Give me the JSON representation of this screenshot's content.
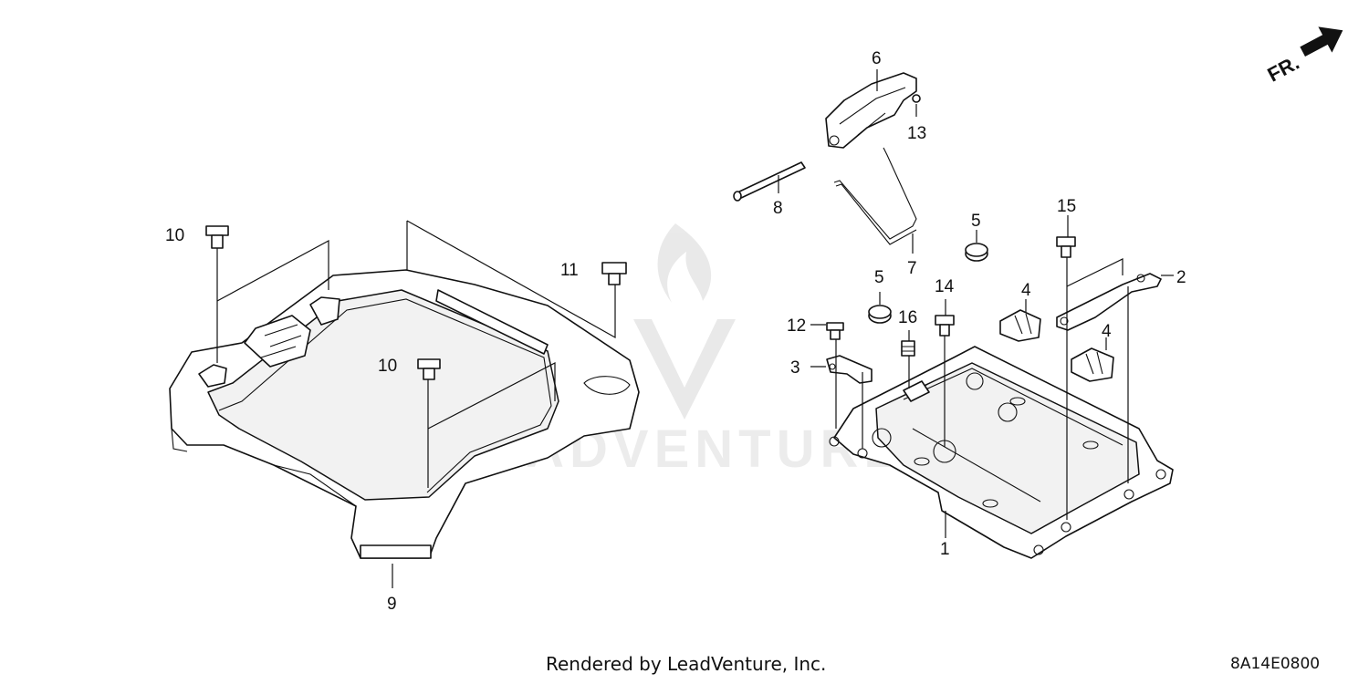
{
  "footer": {
    "credit": "Rendered by LeadVenture, Inc.",
    "diagram_code": "8A14E0800"
  },
  "direction_marker": {
    "label": "FR."
  },
  "watermark": {
    "text": "LEADVENTURE"
  },
  "callouts": [
    {
      "id": "c1",
      "label": "1"
    },
    {
      "id": "c2",
      "label": "2"
    },
    {
      "id": "c3",
      "label": "3"
    },
    {
      "id": "c4a",
      "label": "4"
    },
    {
      "id": "c4b",
      "label": "4"
    },
    {
      "id": "c5a",
      "label": "5"
    },
    {
      "id": "c5b",
      "label": "5"
    },
    {
      "id": "c6",
      "label": "6"
    },
    {
      "id": "c7",
      "label": "7"
    },
    {
      "id": "c8",
      "label": "8"
    },
    {
      "id": "c9",
      "label": "9"
    },
    {
      "id": "c10a",
      "label": "10"
    },
    {
      "id": "c10b",
      "label": "10"
    },
    {
      "id": "c11",
      "label": "11"
    },
    {
      "id": "c12",
      "label": "12"
    },
    {
      "id": "c13",
      "label": "13"
    },
    {
      "id": "c14",
      "label": "14"
    },
    {
      "id": "c15",
      "label": "15"
    },
    {
      "id": "c16",
      "label": "16"
    }
  ]
}
